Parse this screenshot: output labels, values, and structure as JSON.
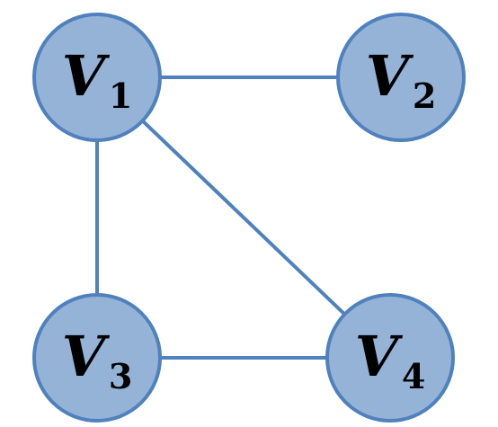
{
  "graph": {
    "colors": {
      "node_fill": "#95b3d7",
      "node_stroke": "#4f81bd",
      "edge": "#4f81bd"
    },
    "nodes": [
      {
        "id": "v1",
        "letter": "V",
        "subscript": "1"
      },
      {
        "id": "v2",
        "letter": "V",
        "subscript": "2"
      },
      {
        "id": "v3",
        "letter": "V",
        "subscript": "3"
      },
      {
        "id": "v4",
        "letter": "V",
        "subscript": "4"
      }
    ],
    "edges": [
      {
        "from": "v1",
        "to": "v2"
      },
      {
        "from": "v1",
        "to": "v3"
      },
      {
        "from": "v1",
        "to": "v4"
      },
      {
        "from": "v3",
        "to": "v4"
      }
    ]
  }
}
